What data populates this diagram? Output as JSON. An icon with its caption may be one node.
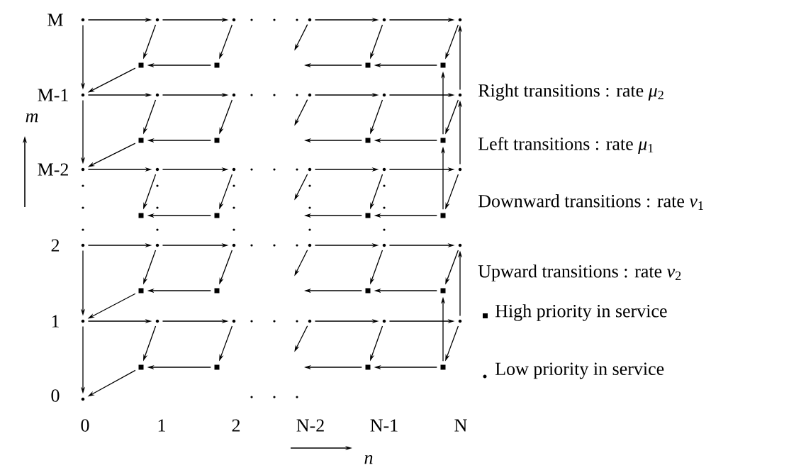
{
  "diagram": {
    "nodes": [
      {
        "text": [],
        "shape": "circle"
      },
      {
        "text": [],
        "shape": "circle"
      },
      {
        "text": [],
        "shape": "circle"
      },
      {
        "text": [],
        "shape": "circle"
      },
      {
        "text": [],
        "shape": "circle"
      },
      {
        "text": [],
        "shape": "circle"
      },
      {
        "text": [],
        "shape": "box"
      },
      {
        "text": [],
        "shape": "box"
      },
      {
        "text": [],
        "shape": "box"
      },
      {
        "text": [],
        "shape": "box"
      },
      {
        "text": [],
        "shape": "circle"
      },
      {
        "text": [],
        "shape": "circle"
      },
      {
        "text": [],
        "shape": "circle"
      },
      {
        "text": [],
        "shape": "circle"
      },
      {
        "text": [],
        "shape": "circle"
      },
      {
        "text": [],
        "shape": "circle"
      },
      {
        "text": [],
        "shape": "box"
      },
      {
        "text": [],
        "shape": "box"
      },
      {
        "text": [],
        "shape": "box"
      },
      {
        "text": [],
        "shape": "box"
      },
      {
        "text": [],
        "shape": "circle"
      },
      {
        "text": [],
        "shape": "circle"
      },
      {
        "text": [],
        "shape": "circle"
      },
      {
        "text": [],
        "shape": "circle"
      },
      {
        "text": [],
        "shape": "circle"
      },
      {
        "text": [],
        "shape": "circle"
      },
      {
        "text": [],
        "shape": "box"
      },
      {
        "text": [],
        "shape": "box"
      },
      {
        "text": [],
        "shape": "box"
      },
      {
        "text": [],
        "shape": "box"
      },
      {
        "text": [],
        "shape": "circle"
      },
      {
        "text": [],
        "shape": "circle"
      },
      {
        "text": [],
        "shape": "circle"
      },
      {
        "text": [],
        "shape": "circle"
      },
      {
        "text": [],
        "shape": "circle"
      },
      {
        "text": [],
        "shape": "circle"
      },
      {
        "text": [],
        "shape": "box"
      },
      {
        "text": [],
        "shape": "box"
      },
      {
        "text": [],
        "shape": "box"
      },
      {
        "text": [],
        "shape": "box"
      },
      {
        "text": [],
        "shape": "circle"
      },
      {
        "text": [],
        "shape": "circle"
      },
      {
        "text": [],
        "shape": "circle"
      },
      {
        "text": [],
        "shape": "circle"
      },
      {
        "text": [],
        "shape": "circle"
      },
      {
        "text": [],
        "shape": "circle"
      },
      {
        "text": [],
        "shape": "box"
      },
      {
        "text": [],
        "shape": "box"
      },
      {
        "text": [],
        "shape": "box"
      },
      {
        "text": [],
        "shape": "box"
      },
      {
        "text": [],
        "shape": "circle"
      }
    ],
    "edges": [
      {
        "from": 0,
        "to": 1,
        "arrow": "to"
      },
      {
        "from": 1,
        "to": 2,
        "arrow": "to"
      },
      {
        "from": 3,
        "to": 4,
        "arrow": "to"
      },
      {
        "from": 4,
        "to": 5,
        "arrow": "to"
      },
      {
        "from": 1,
        "to": 6,
        "arrow": "to"
      },
      {
        "from": 2,
        "to": 7,
        "arrow": "to"
      },
      {
        "from": 3,
        "to": null,
        "arrow": "to"
      },
      {
        "from": 4,
        "to": 8,
        "arrow": "to"
      },
      {
        "from": 5,
        "to": 9,
        "arrow": "to"
      },
      {
        "from": 7,
        "to": 6,
        "arrow": "to"
      },
      {
        "from": 9,
        "to": 8,
        "arrow": "to"
      },
      {
        "from": 8,
        "to": null,
        "arrow": "to"
      },
      {
        "from": 6,
        "to": 10,
        "arrow": "to"
      },
      {
        "from": 0,
        "to": 10,
        "arrow": "to"
      },
      {
        "from": 10,
        "to": 11,
        "arrow": "to"
      },
      {
        "from": 11,
        "to": 12,
        "arrow": "to"
      },
      {
        "from": 13,
        "to": 14,
        "arrow": "to"
      },
      {
        "from": 14,
        "to": 15,
        "arrow": "to"
      },
      {
        "from": 11,
        "to": 16,
        "arrow": "to"
      },
      {
        "from": 12,
        "to": 17,
        "arrow": "to"
      },
      {
        "from": 13,
        "to": null,
        "arrow": "to"
      },
      {
        "from": 14,
        "to": 18,
        "arrow": "to"
      },
      {
        "from": 15,
        "to": 19,
        "arrow": "to"
      },
      {
        "from": 17,
        "to": 16,
        "arrow": "to"
      },
      {
        "from": 19,
        "to": 18,
        "arrow": "to"
      },
      {
        "from": 18,
        "to": null,
        "arrow": "to"
      },
      {
        "from": 16,
        "to": 20,
        "arrow": "to"
      },
      {
        "from": 10,
        "to": 20,
        "arrow": "to"
      },
      {
        "from": 15,
        "to": 5,
        "arrow": "to"
      },
      {
        "from": 19,
        "to": 9,
        "arrow": "to"
      },
      {
        "from": 20,
        "to": 21,
        "arrow": "to"
      },
      {
        "from": 21,
        "to": 22,
        "arrow": "to"
      },
      {
        "from": 23,
        "to": 24,
        "arrow": "to"
      },
      {
        "from": 24,
        "to": 25,
        "arrow": "to"
      },
      {
        "from": 21,
        "to": 26,
        "arrow": "to"
      },
      {
        "from": 22,
        "to": 27,
        "arrow": "to"
      },
      {
        "from": 23,
        "to": null,
        "arrow": "to"
      },
      {
        "from": 24,
        "to": 28,
        "arrow": "to"
      },
      {
        "from": 25,
        "to": 29,
        "arrow": "to"
      },
      {
        "from": 27,
        "to": 26,
        "arrow": "to"
      },
      {
        "from": 29,
        "to": 28,
        "arrow": "to"
      },
      {
        "from": 28,
        "to": null,
        "arrow": "to"
      },
      {
        "from": 25,
        "to": 15,
        "arrow": "to"
      },
      {
        "from": 29,
        "to": 19,
        "arrow": "to"
      },
      {
        "from": 30,
        "to": 31,
        "arrow": "to"
      },
      {
        "from": 31,
        "to": 32,
        "arrow": "to"
      },
      {
        "from": 33,
        "to": 34,
        "arrow": "to"
      },
      {
        "from": 34,
        "to": 35,
        "arrow": "to"
      },
      {
        "from": 31,
        "to": 36,
        "arrow": "to"
      },
      {
        "from": 32,
        "to": 37,
        "arrow": "to"
      },
      {
        "from": 33,
        "to": null,
        "arrow": "to"
      },
      {
        "from": 34,
        "to": 38,
        "arrow": "to"
      },
      {
        "from": 35,
        "to": 39,
        "arrow": "to"
      },
      {
        "from": 37,
        "to": 36,
        "arrow": "to"
      },
      {
        "from": 39,
        "to": 38,
        "arrow": "to"
      },
      {
        "from": 38,
        "to": null,
        "arrow": "to"
      },
      {
        "from": 36,
        "to": 40,
        "arrow": "to"
      },
      {
        "from": 30,
        "to": 40,
        "arrow": "to"
      },
      {
        "from": 40,
        "to": 41,
        "arrow": "to"
      },
      {
        "from": 41,
        "to": 42,
        "arrow": "to"
      },
      {
        "from": 43,
        "to": 44,
        "arrow": "to"
      },
      {
        "from": 44,
        "to": 45,
        "arrow": "to"
      },
      {
        "from": 41,
        "to": 46,
        "arrow": "to"
      },
      {
        "from": 42,
        "to": 47,
        "arrow": "to"
      },
      {
        "from": 43,
        "to": null,
        "arrow": "to"
      },
      {
        "from": 44,
        "to": 48,
        "arrow": "to"
      },
      {
        "from": 45,
        "to": 49,
        "arrow": "to"
      },
      {
        "from": 47,
        "to": 46,
        "arrow": "to"
      },
      {
        "from": 49,
        "to": 48,
        "arrow": "to"
      },
      {
        "from": 48,
        "to": null,
        "arrow": "to"
      },
      {
        "from": 46,
        "to": 50,
        "arrow": "to"
      },
      {
        "from": 40,
        "to": 50,
        "arrow": "to"
      },
      {
        "from": 45,
        "to": 35,
        "arrow": "to"
      },
      {
        "from": 49,
        "to": 39,
        "arrow": "to"
      }
    ],
    "labels": [
      "M",
      "M-1",
      "m",
      "Right transitions : rate *μ*$_{2}$",
      "Left transitions : rate *μ*$_{1}$",
      "M-2",
      "Downward transitions : rate *ν*$_{1}$",
      "2",
      "Upward transitions : rate *ν*$_{2}$",
      "1",
      "0",
      "0",
      "1",
      "2",
      "N-2",
      "N-1",
      "N",
      "n"
    ],
    "legend": [
      {
        "text": "High priority in service"
      },
      {
        "text": "Low priority in service"
      }
    ]
  }
}
